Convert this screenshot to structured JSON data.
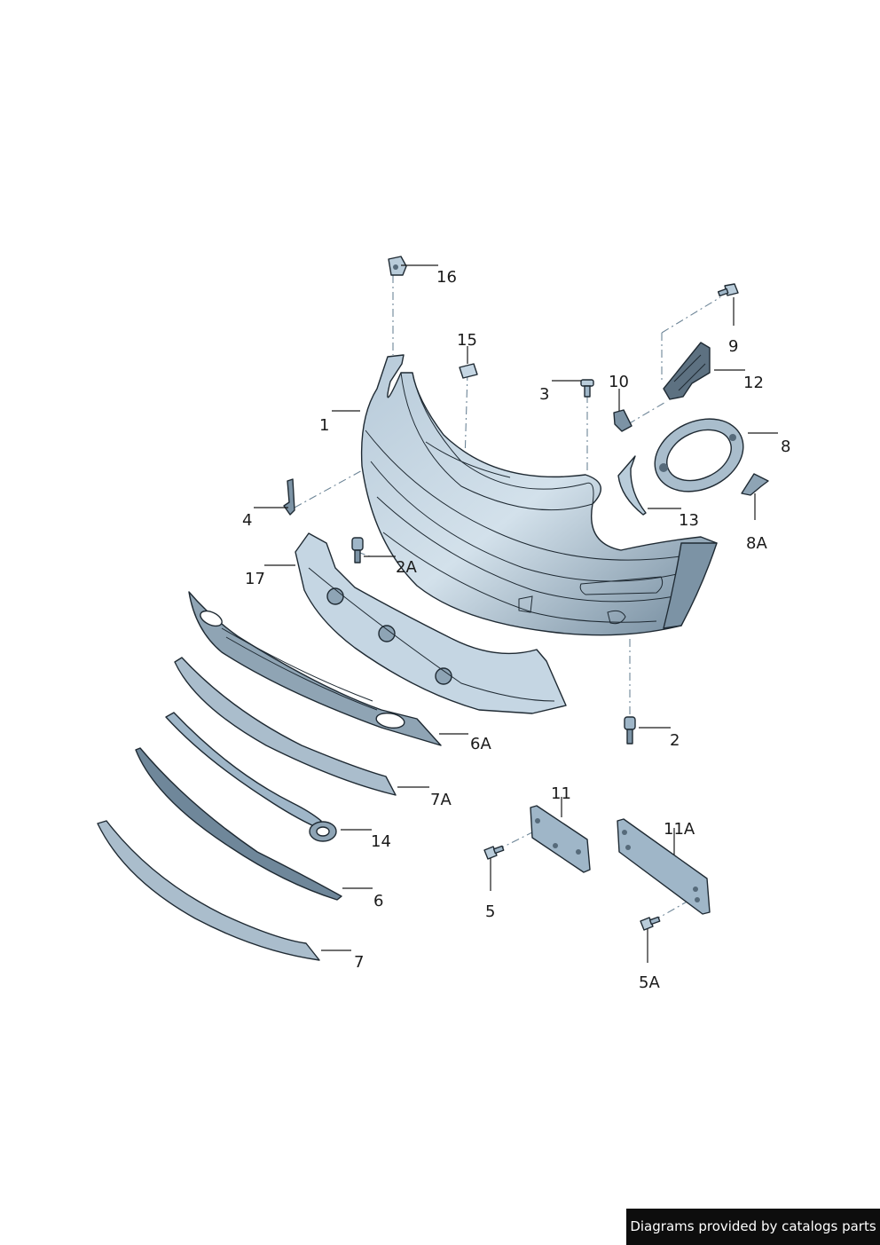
{
  "diagram": {
    "callouts": [
      "16",
      "15",
      "1",
      "3",
      "10",
      "9",
      "12",
      "8",
      "4",
      "2A",
      "17",
      "13",
      "8A",
      "6A",
      "2",
      "7A",
      "11",
      "11A",
      "14",
      "5",
      "6",
      "5A",
      "7"
    ]
  },
  "footer": {
    "credit": "Diagrams provided by catalogs parts"
  },
  "colors": {
    "part_fill": "#c5d6e3",
    "part_shade": "#9fb6c8",
    "part_dark": "#566a7a",
    "outline": "#1f2a33",
    "credit_bg": "#0d0d0d"
  }
}
